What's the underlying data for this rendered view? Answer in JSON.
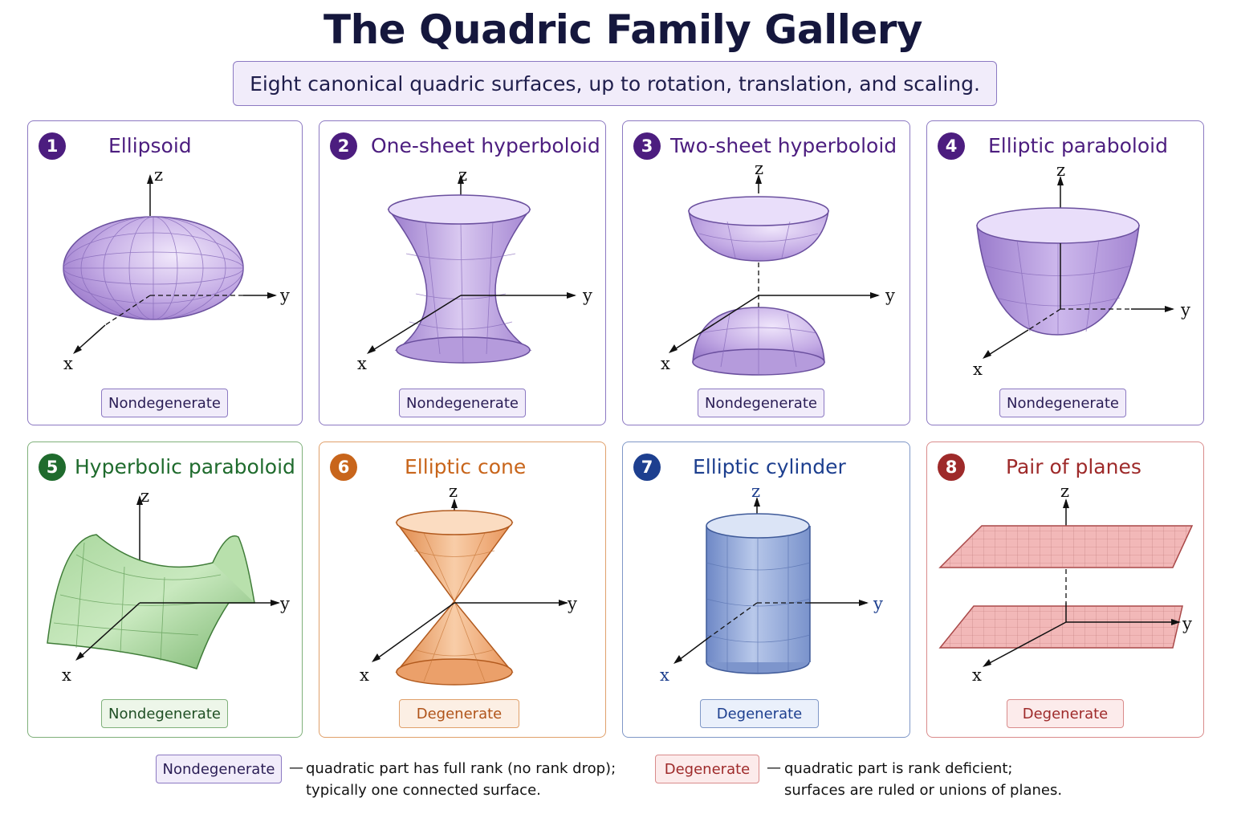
{
  "title": "The Quadric Family Gallery",
  "subtitle": "Eight canonical quadric surfaces, up to rotation, translation, and scaling.",
  "axis_labels": {
    "x": "x",
    "y": "y",
    "z": "z"
  },
  "colors": {
    "purple": "#4c1d7f",
    "green": "#1f6b2d",
    "orange": "#c8651b",
    "blue": "#1d3f8f",
    "red": "#9e2a2a"
  },
  "panels": [
    {
      "number": "1",
      "title": "Ellipsoid",
      "badge": "Nondegenerate"
    },
    {
      "number": "2",
      "title": "One-sheet hyperboloid",
      "badge": "Nondegenerate"
    },
    {
      "number": "3",
      "title": "Two-sheet hyperboloid",
      "badge": "Nondegenerate"
    },
    {
      "number": "4",
      "title": "Elliptic paraboloid",
      "badge": "Nondegenerate"
    },
    {
      "number": "5",
      "title": "Hyperbolic paraboloid",
      "badge": "Nondegenerate"
    },
    {
      "number": "6",
      "title": "Elliptic cone",
      "badge": "Degenerate"
    },
    {
      "number": "7",
      "title": "Elliptic cylinder",
      "badge": "Degenerate"
    },
    {
      "number": "8",
      "title": "Pair of planes",
      "badge": "Degenerate"
    }
  ],
  "legend": {
    "nondegenerate": {
      "badge": "Nondegenerate",
      "line1": "quadratic part has full rank (no rank drop);",
      "line2": "typically one connected surface."
    },
    "degenerate": {
      "badge": "Degenerate",
      "line1": "quadratic part is rank deficient;",
      "line2": "surfaces are ruled or unions of planes."
    },
    "separator": "—"
  }
}
